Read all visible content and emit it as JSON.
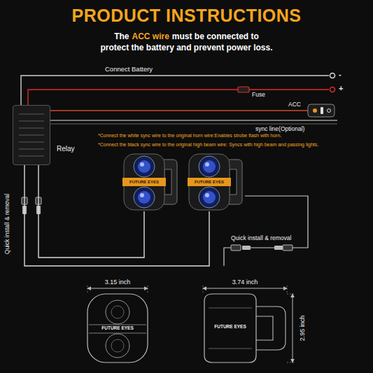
{
  "diagram": {
    "title": "PRODUCT INSTRUCTIONS",
    "nodes": [
      {
        "text": [
          "Relay"
        ]
      },
      {
        "text": [
          "FUTURE EYES"
        ]
      },
      {
        "text": [
          "FUTURE EYES"
        ]
      }
    ],
    "edges": [
      {
        "from": 0,
        "to": 1,
        "arrow": "none"
      },
      {
        "from": 0,
        "to": 2,
        "arrow": "none"
      }
    ],
    "labels": [
      "The",
      "ACC wire",
      "must be connected to",
      "protect the battery and prevent power loss.",
      "Connect Battery",
      "-",
      "+",
      "Fuse",
      "ACC",
      "sync line(Optional)",
      "*Connect the white sync wire to the original horn wire:Enables strobe flash with horn.",
      "*Connect the black sync wire to the original high beam wire: Syncs with high beam and passing lights.",
      "Quick install & removal",
      "Quick install & removal",
      "3.15 inch",
      "3.74 inch",
      "2.95 inch",
      "FUTURE EYES",
      "FUTURE EYES"
    ]
  }
}
